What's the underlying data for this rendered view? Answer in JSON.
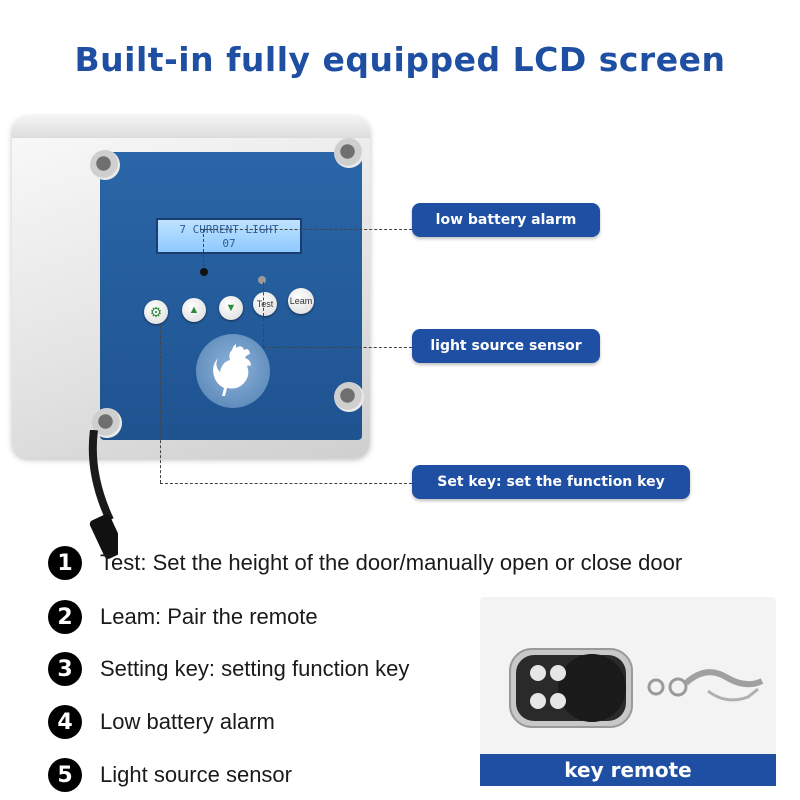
{
  "header": {
    "title": "Built-in fully equipped LCD screen"
  },
  "device": {
    "lcd_line1": "7 CURRENT LIGHT",
    "lcd_line2": "07",
    "btn_test": "Test",
    "btn_learn": "Leam"
  },
  "callouts": [
    {
      "label": "low battery alarm"
    },
    {
      "label": "light source sensor"
    },
    {
      "label": "Set key: set the function key"
    }
  ],
  "features": [
    {
      "num": "1",
      "text": "Test: Set the height of the door/manually open or close door"
    },
    {
      "num": "2",
      "text": "Leam: Pair the remote"
    },
    {
      "num": "3",
      "text": "Setting key: setting function key"
    },
    {
      "num": "4",
      "text": "Low battery alarm"
    },
    {
      "num": "5",
      "text": "Light source sensor"
    }
  ],
  "remote": {
    "caption": "key remote"
  },
  "colors": {
    "brand_blue": "#1f4fa3",
    "panel_blue": "#2a66a8",
    "button_green": "#2f8a3a"
  },
  "icons": [
    "gear-icon",
    "arrow-up-icon",
    "arrow-down-icon",
    "rooster-icon",
    "key-fob-icon"
  ]
}
